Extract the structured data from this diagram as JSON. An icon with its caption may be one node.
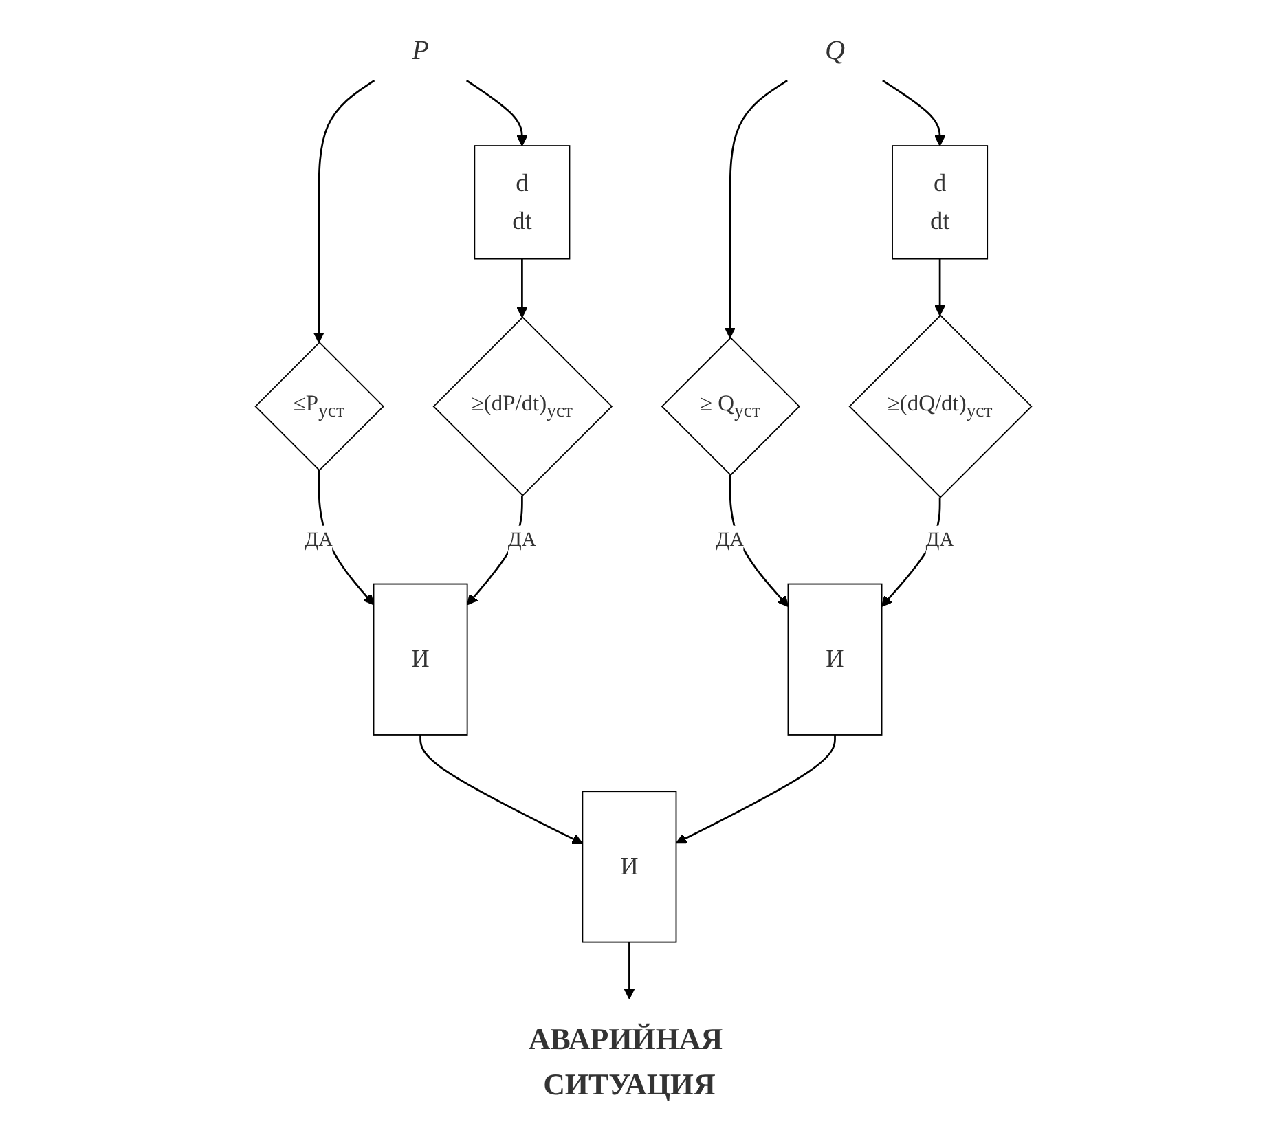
{
  "diagram": {
    "nodes": [
      {
        "text": [
          "P"
        ]
      },
      {
        "text": [
          "d",
          "dt"
        ]
      },
      {
        "text": [
          "≤P$_{уст}$"
        ]
      },
      {
        "text": [
          "≥(dP/dt)$_{уст}$"
        ]
      },
      {
        "text": [
          "Q"
        ]
      },
      {
        "text": [
          "d",
          "dt"
        ]
      },
      {
        "text": [
          "≥ Q$_{уст}$"
        ]
      },
      {
        "text": [
          "≥(dQ/dt)$_{уст}$"
        ]
      },
      {
        "text": [
          "И"
        ]
      },
      {
        "text": [
          "И"
        ]
      },
      {
        "text": [
          "И"
        ]
      },
      {
        "text": [
          "АВАРИЙНАЯ СИТУАЦИЯ"
        ]
      }
    ],
    "edges": [
      {
        "from": 0,
        "to": 2,
        "arrow": "to"
      },
      {
        "from": 0,
        "to": 1,
        "arrow": "to"
      },
      {
        "from": 1,
        "to": 3,
        "arrow": "to"
      },
      {
        "from": 4,
        "to": 6,
        "arrow": "to"
      },
      {
        "from": 4,
        "to": 5,
        "arrow": "to"
      },
      {
        "from": 5,
        "to": 7,
        "arrow": "to"
      },
      {
        "from": 2,
        "to": 8,
        "label": "ДА",
        "arrow": "to"
      },
      {
        "from": 3,
        "to": 8,
        "label": "ДА",
        "arrow": "to"
      },
      {
        "from": 6,
        "to": 9,
        "label": "ДА",
        "arrow": "to"
      },
      {
        "from": 7,
        "to": 9,
        "label": "ДА",
        "arrow": "to"
      },
      {
        "from": 8,
        "to": 10,
        "arrow": "to"
      },
      {
        "from": 9,
        "to": 10,
        "arrow": "to"
      },
      {
        "from": 10,
        "to": 11,
        "arrow": "to"
      }
    ]
  }
}
